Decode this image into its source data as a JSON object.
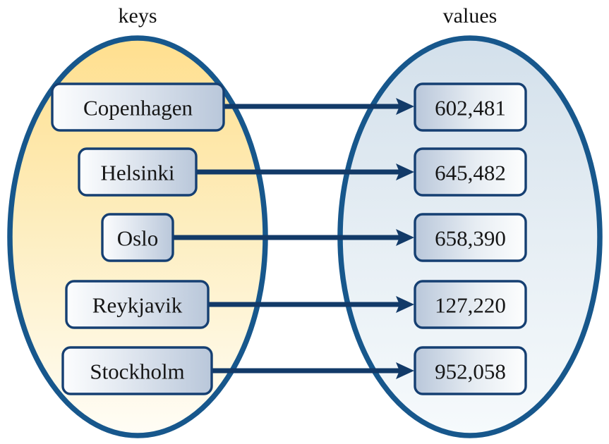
{
  "diagram": {
    "type": "mapping-diagram",
    "title_left": "keys",
    "title_right": "values",
    "left_set": {
      "label": "keys",
      "fill_top": "#ffe49c",
      "fill_bottom": "#fffdf5",
      "outline": "#17578c"
    },
    "right_set": {
      "label": "values",
      "fill_top": "#d5e1ec",
      "fill_bottom": "#f4f8fb",
      "outline": "#17578c"
    },
    "arrow_color": "#123a68",
    "node_border_color": "#153f72",
    "mappings": [
      {
        "key": "Copenhagen",
        "value": "602,481"
      },
      {
        "key": "Helsinki",
        "value": "645,482"
      },
      {
        "key": "Oslo",
        "value": "658,390"
      },
      {
        "key": "Reykjavik",
        "value": "127,220"
      },
      {
        "key": "Stockholm",
        "value": "952,058"
      }
    ]
  }
}
